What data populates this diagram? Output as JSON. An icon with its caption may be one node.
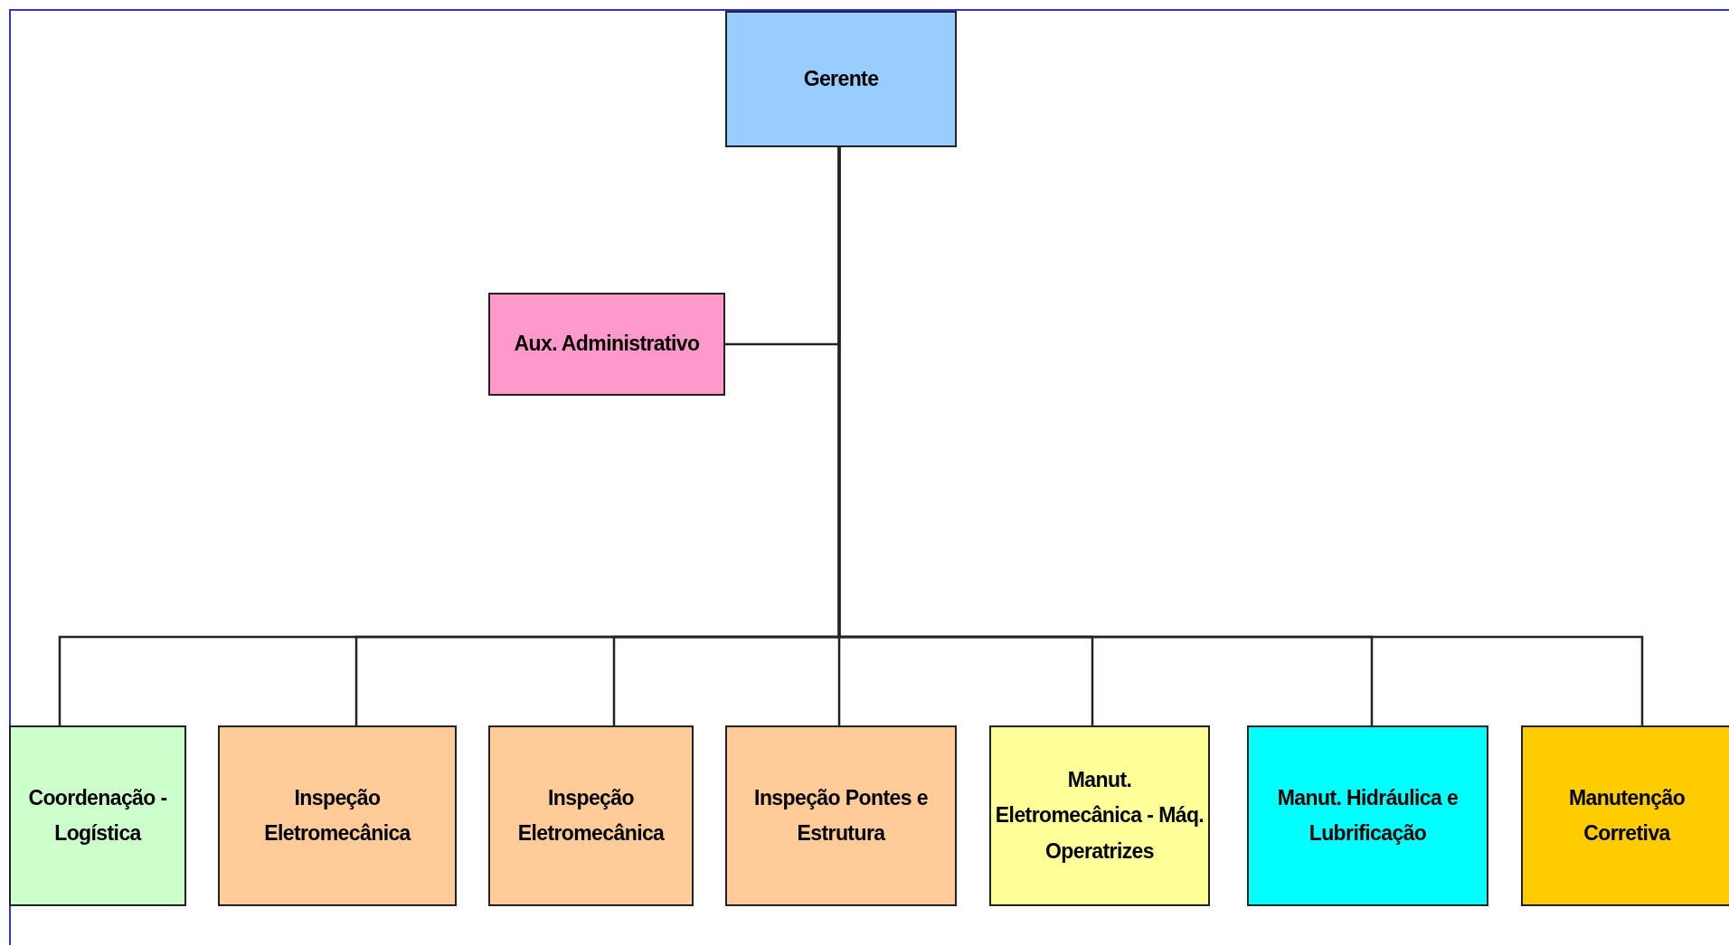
{
  "diagram": {
    "nodes": [
      {
        "text": [
          "Gerente"
        ]
      },
      {
        "text": [
          "Aux. Administrativo"
        ]
      },
      {
        "text": [
          "Coordenação - Logística"
        ]
      },
      {
        "text": [
          "Inspeção Eletromecânica"
        ]
      },
      {
        "text": [
          "Inspeção Eletromecânica"
        ]
      },
      {
        "text": [
          "Inspeção Pontes e Estrutura"
        ]
      },
      {
        "text": [
          "Manut. Eletromecânica - Máq. Operatrizes"
        ]
      },
      {
        "text": [
          "Manut. Hidráulica e Lubrificação"
        ]
      },
      {
        "text": [
          "Manutenção Corretiva"
        ]
      }
    ],
    "edges": [
      {
        "from": 0,
        "to": 1,
        "arrow": "none"
      },
      {
        "from": 0,
        "to": 2,
        "arrow": "none"
      },
      {
        "from": 0,
        "to": 3,
        "arrow": "none"
      },
      {
        "from": 0,
        "to": 4,
        "arrow": "none"
      },
      {
        "from": 0,
        "to": 5,
        "arrow": "none"
      },
      {
        "from": 0,
        "to": 6,
        "arrow": "none"
      },
      {
        "from": 0,
        "to": 7,
        "arrow": "none"
      },
      {
        "from": 0,
        "to": 8,
        "arrow": "none"
      }
    ]
  }
}
